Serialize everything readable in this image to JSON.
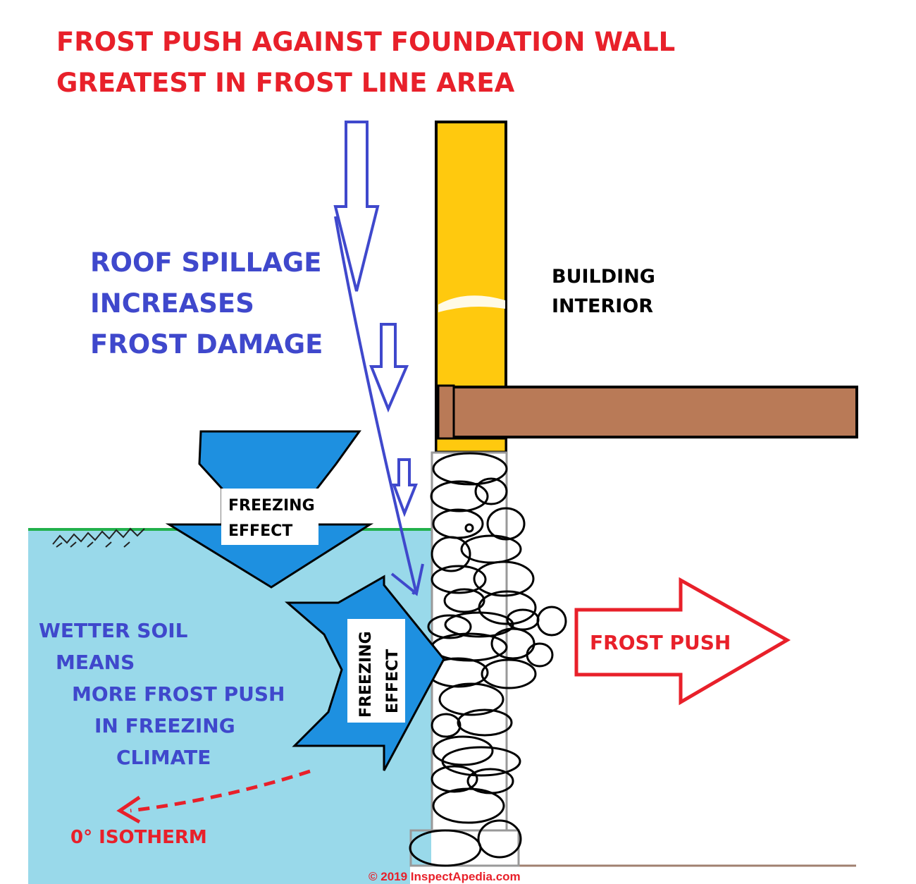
{
  "title": {
    "line1": "FROST PUSH AGAINST FOUNDATION WALL",
    "line2": "GREATEST IN FROST LINE AREA"
  },
  "roof_spillage": {
    "line1": "ROOF SPILLAGE",
    "line2": "INCREASES",
    "line3": "FROST DAMAGE"
  },
  "building_interior": {
    "line1": "BUILDING",
    "line2": "INTERIOR"
  },
  "freezing_effect_top": {
    "line1": "FREEZING",
    "line2": "EFFECT"
  },
  "freezing_effect_side": {
    "line1": "FREEZING",
    "line2": "EFFECT"
  },
  "frost_push": "FROST PUSH",
  "soil_note": {
    "line1": "WETTER SOIL",
    "line2": "MEANS",
    "line3": "MORE FROST PUSH",
    "line4": "IN FREEZING",
    "line5": "CLIMATE"
  },
  "isotherm": "0° ISOTHERM",
  "copyright": "© 2019 InspectApedia.com",
  "colors": {
    "title_red": "#e8202a",
    "label_blue": "#3f48cc",
    "soil": "#99d9ea",
    "freeze_arrow": "#1e90e0",
    "wall_yellow": "#ffc90e",
    "floor_brown": "#b97a57",
    "grade_green": "#22b14c"
  }
}
